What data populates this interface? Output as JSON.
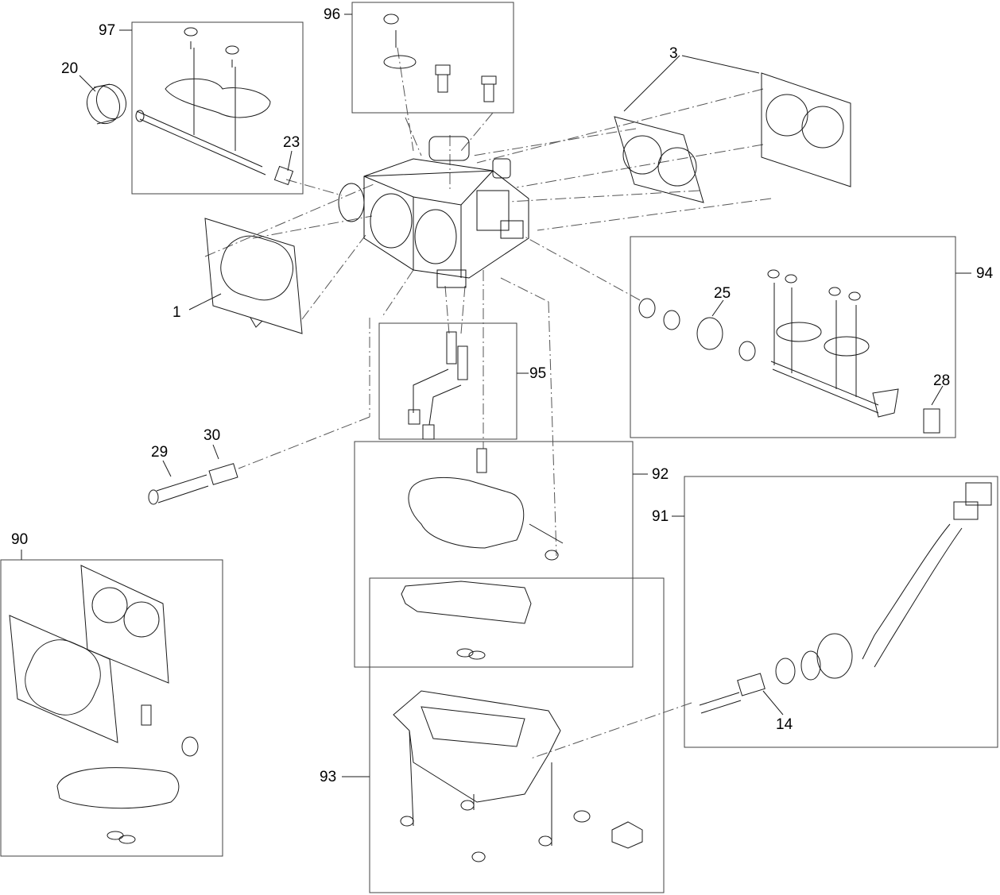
{
  "diagram": {
    "callouts": {
      "c97": "97",
      "c96": "96",
      "c3": "3",
      "c20": "20",
      "c23": "23",
      "c1": "1",
      "c94": "94",
      "c25": "25",
      "c28": "28",
      "c95": "95",
      "c29": "29",
      "c30": "30",
      "c92": "92",
      "c91": "91",
      "c90": "90",
      "c14": "14",
      "c93": "93"
    },
    "line_color": "#1a1a1a",
    "box_color": "#404040"
  }
}
